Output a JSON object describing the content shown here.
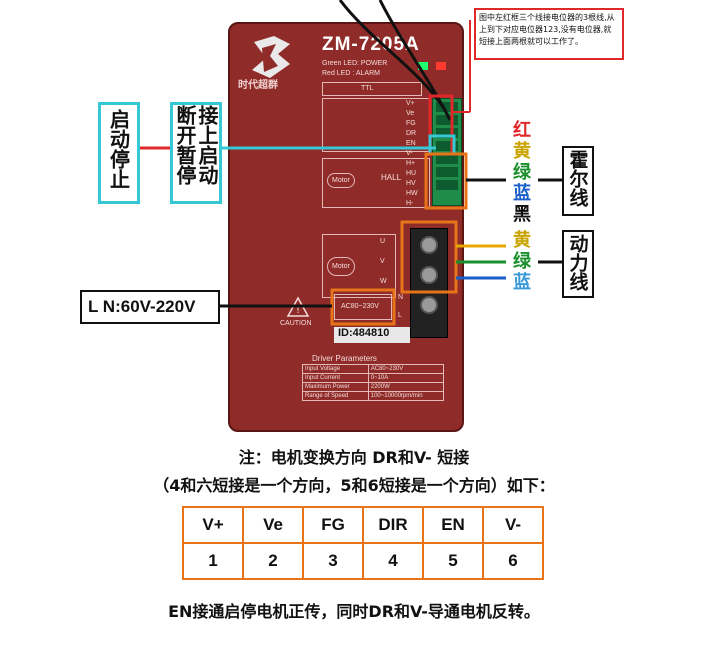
{
  "panel": {
    "brand": "时代超群",
    "model": "ZM-7205A",
    "led_green": "Green LED: POWER",
    "led_red": "Red LED : ALARM",
    "ttl": "TTL",
    "hall": "HALL",
    "motor": "Motor",
    "motor2": "Motor",
    "caution": "CAUTION",
    "ac_label": "AC80~230V",
    "id": "ID:484810",
    "param_title": "Driver Parameters",
    "params": [
      [
        "Input Voltage",
        "AC80~230V"
      ],
      [
        "Input Current",
        "0~10A"
      ],
      [
        "Maximum Power",
        "2200W"
      ],
      [
        "Range of Speed",
        "100~10000rpm/min"
      ]
    ],
    "pins_top": [
      "V+",
      "Ve",
      "FG",
      "DR",
      "EN",
      "V-"
    ],
    "pins_hall": [
      "H+",
      "HU",
      "HV",
      "HW",
      "H-"
    ],
    "pins_motor": [
      "U",
      "V",
      "W"
    ],
    "pins_power": [
      "N",
      "L"
    ]
  },
  "annotations": {
    "start_stop": "启动停止",
    "connect": "接上启动",
    "disconnect": "断开暂停",
    "note_red_box": "图中左红框三个线接电位器的3根线,从上到下对应电位器123,没有电位器,就短接上面两根就可以工作了。",
    "hall_colors": [
      {
        "text": "红",
        "color": "#e0282a"
      },
      {
        "text": "黄",
        "color": "#c9a400"
      },
      {
        "text": "绿",
        "color": "#1a8f2c"
      },
      {
        "text": "蓝",
        "color": "#1a5fc9"
      },
      {
        "text": "黑",
        "color": "#111111"
      }
    ],
    "hall_label": "霍尔线",
    "power_colors": [
      {
        "text": "黄",
        "color": "#c9a400"
      },
      {
        "text": "绿",
        "color": "#1a8f2c"
      },
      {
        "text": "蓝",
        "color": "#3a9ad9"
      }
    ],
    "power_label": "动力线",
    "ln_label": "L N:60V-220V"
  },
  "bottom": {
    "note1": "注：电机变换方向 DR和V- 短接",
    "note2": "（4和六短接是一个方向，5和6短接是一个方向）如下：",
    "table_head": [
      "V+",
      "Ve",
      "FG",
      "DIR",
      "EN",
      "V-"
    ],
    "table_nums": [
      "1",
      "2",
      "3",
      "4",
      "5",
      "6"
    ],
    "note3": "EN接通启停电机正传，同时DR和V-导通电机反转。"
  }
}
